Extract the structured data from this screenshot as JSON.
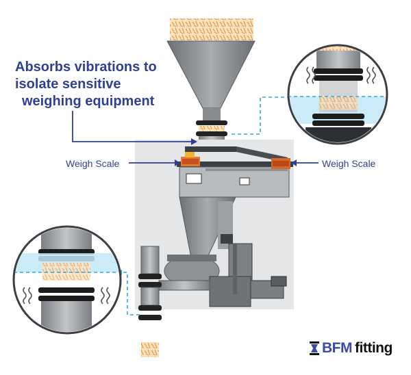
{
  "callout": {
    "line1": "Absorbs vibrations to",
    "line2": "isolate sensitive",
    "line3": "weighing equipment"
  },
  "labels": {
    "left_scale": "Weigh Scale",
    "right_scale": "Weigh Scale"
  },
  "brand": {
    "primary": "BFM",
    "secondary": "fitting"
  },
  "colors": {
    "brand_blue": "#2f3f95",
    "callout_blue": "#2f3f95",
    "dashed_line": "#2aa7e0",
    "highlight_band": "#bfe9f7",
    "scale_orange": "#d9662a",
    "machine_grey": "#8a8d90",
    "product_orange": "#e8943a"
  },
  "icons": [
    "vibration-wave-icon",
    "arrow-right-icon",
    "arrow-down-icon",
    "bfm-logo-mark-icon"
  ]
}
